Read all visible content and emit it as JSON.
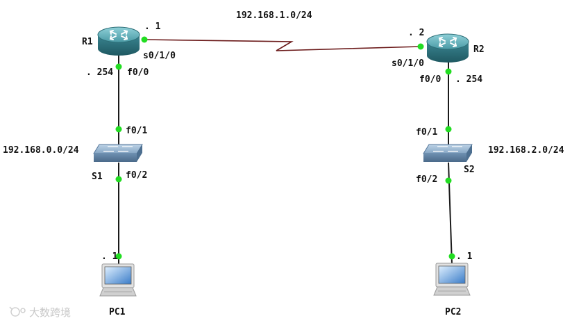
{
  "networks": {
    "wan": "192.168.1.0/24",
    "lan_left": "192.168.0.0/24",
    "lan_right": "192.168.2.0/24"
  },
  "devices": {
    "r1": "R1",
    "r2": "R2",
    "s1": "S1",
    "s2": "S2",
    "pc1": "PC1",
    "pc2": "PC2"
  },
  "ports": {
    "r1_serial": "s0/1/0",
    "r1_lan": "f0/0",
    "s1_up": "f0/1",
    "s1_down": "f0/2",
    "r2_serial": "s0/1/0",
    "r2_lan": "f0/0",
    "s2_up": "f0/1",
    "s2_down": "f0/2"
  },
  "addresses": {
    "r1_serial": ". 1",
    "r1_lan": ". 254",
    "r2_serial": ". 2",
    "r2_lan": ". 254",
    "pc1": ". 1",
    "pc2": ". 1"
  },
  "colors": {
    "link": "#1a1a1a",
    "serial_link": "#6b1a1a",
    "port_up": "#22dd22",
    "router": "#3f8c96",
    "switch": "#6f8fae"
  },
  "watermark": {
    "icon": "watermark-logo-icon",
    "text": "大数跨境"
  }
}
